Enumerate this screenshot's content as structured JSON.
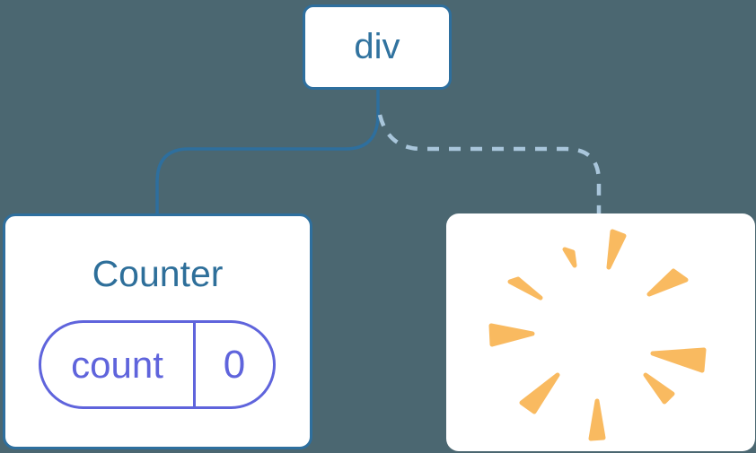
{
  "diagram": {
    "description": "Component tree diagram: div root keeps Counter with state, second child removed (poof)",
    "root_node": {
      "label": "div"
    },
    "counter_card": {
      "title": "Counter",
      "state_pill": {
        "name": "count",
        "value": "0"
      }
    },
    "removed_card": {
      "icon": "poof-icon"
    },
    "connectors": [
      {
        "from": "div",
        "to": "Counter",
        "style": "solid"
      },
      {
        "from": "div",
        "to": "removed-component",
        "style": "dashed"
      }
    ],
    "colors": {
      "background": "#4B6771",
      "card_background": "#FFFFFF",
      "node_border": "#2E6F9E",
      "node_text": "#31739F",
      "title_text": "#2E6F9A",
      "state_accent": "#5F64DC",
      "solid_connector": "#2E6F9E",
      "dashed_connector": "#A9C6DB",
      "poof_orange": "#F9BA60"
    }
  }
}
